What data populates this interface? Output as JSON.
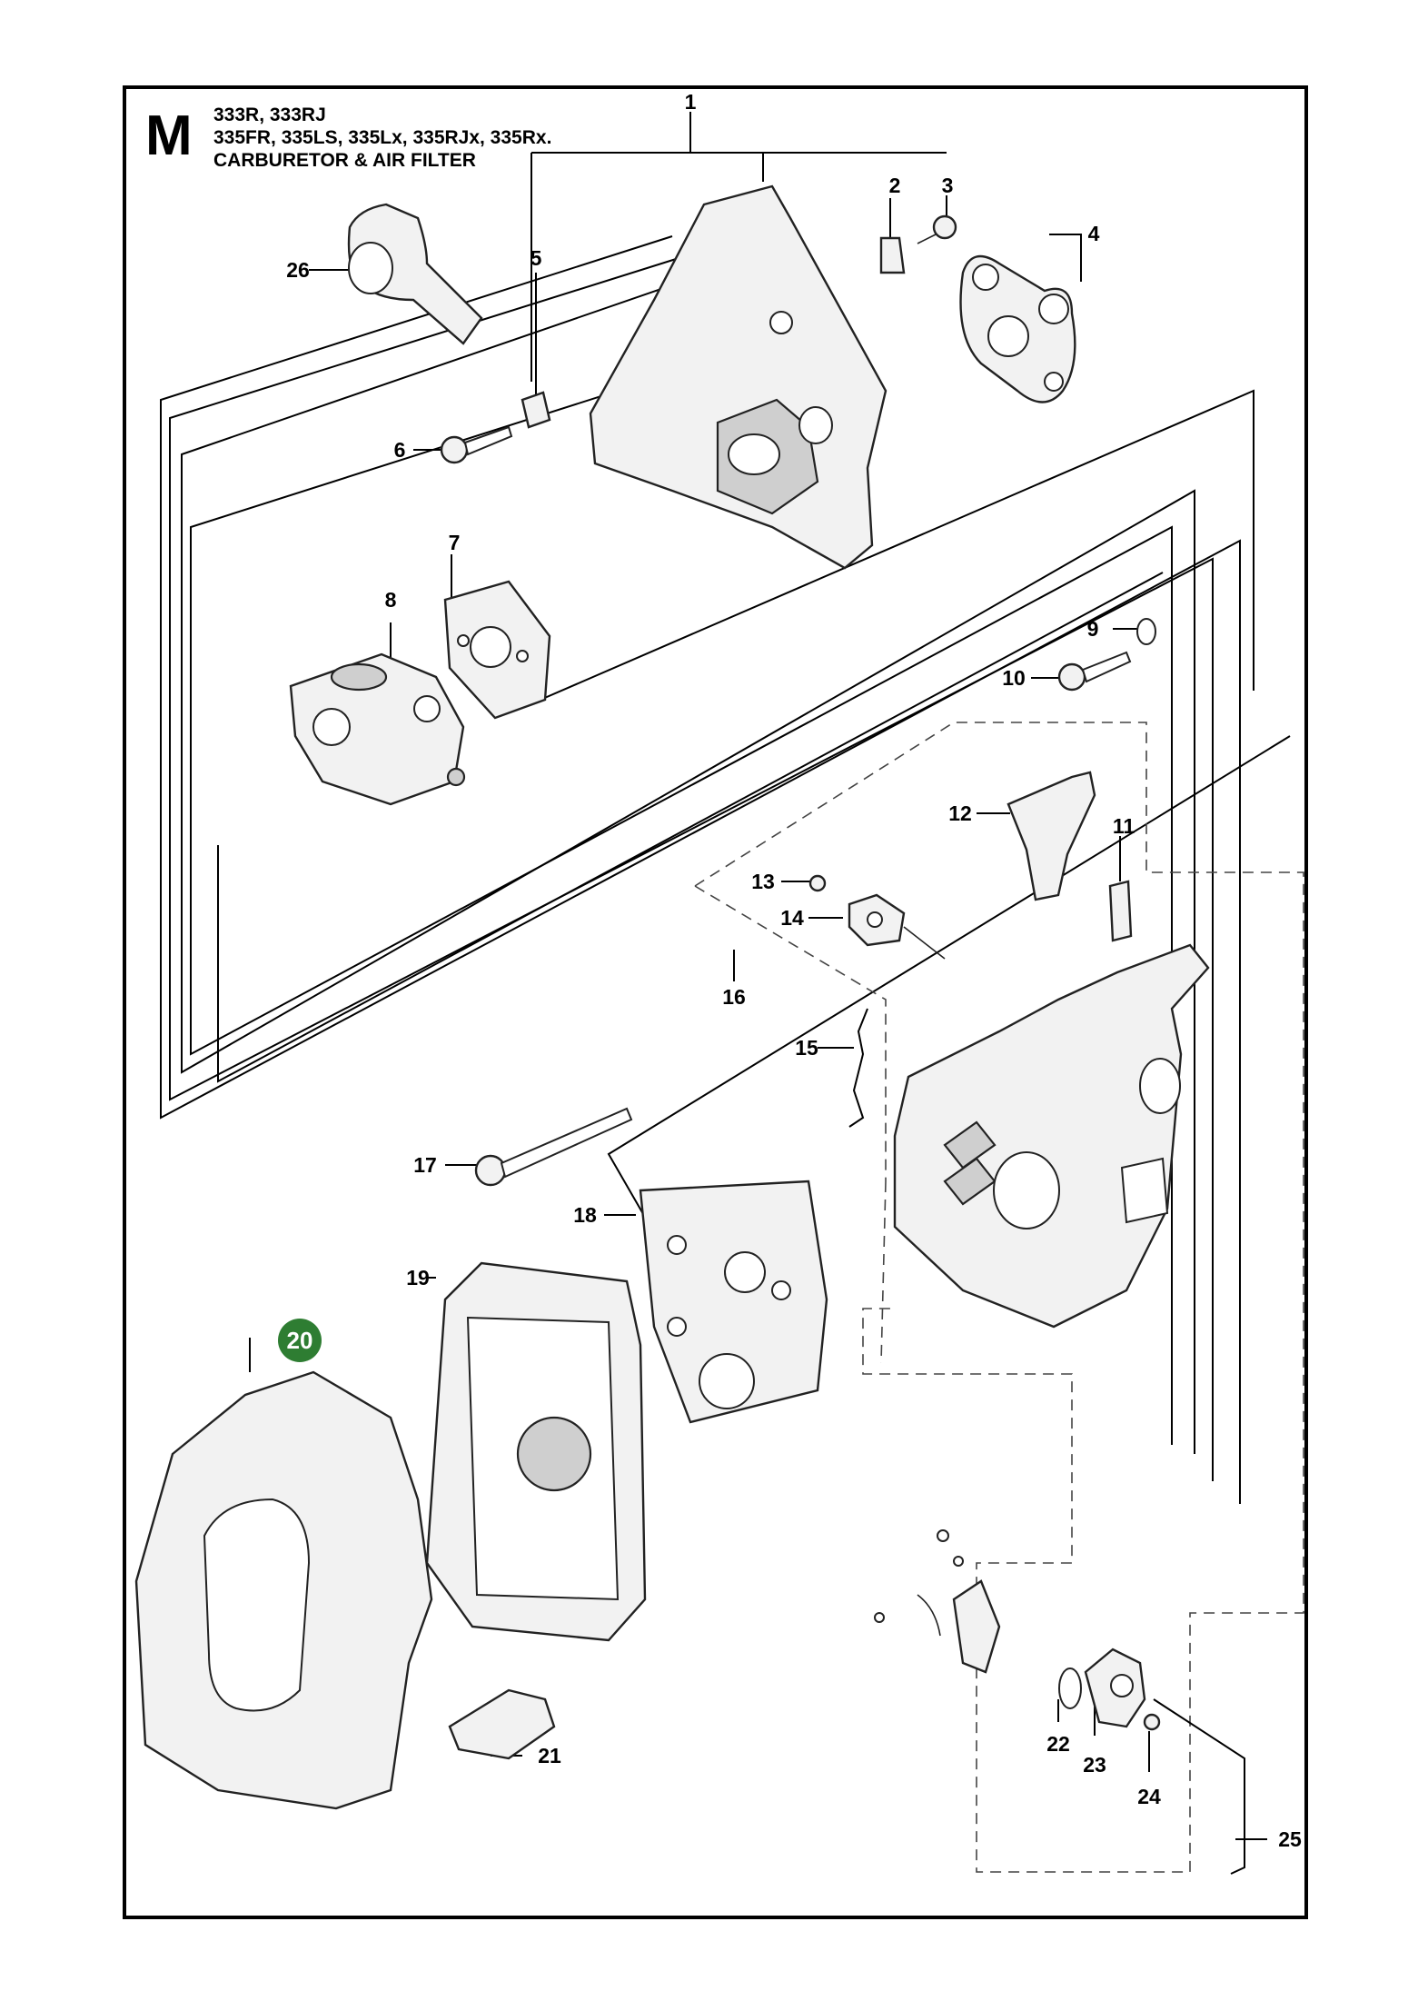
{
  "header": {
    "section_letter": "M",
    "models_line_1": "333R, 333RJ",
    "models_line_2": "335FR, 335LS, 335Lx, 335RJx, 335Rx.",
    "title": "CARBURETOR & AIR FILTER"
  },
  "callouts": [
    "1",
    "2",
    "3",
    "4",
    "5",
    "6",
    "7",
    "8",
    "9",
    "10",
    "11",
    "12",
    "13",
    "14",
    "15",
    "16",
    "17",
    "18",
    "19",
    "20",
    "21",
    "22",
    "23",
    "24",
    "25",
    "26"
  ],
  "highlight": {
    "number": "20",
    "color": "#2e7d32"
  },
  "colors": {
    "line": "#000000",
    "part_fill": "#f2f2f2",
    "part_shade": "#cfcfcf"
  }
}
